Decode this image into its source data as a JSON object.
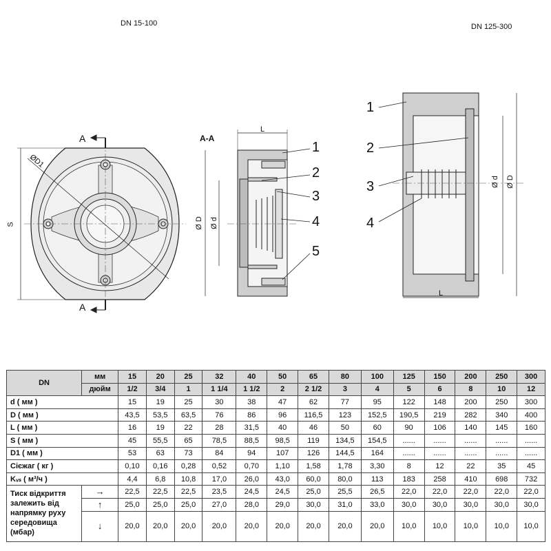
{
  "titles": {
    "left": "DN 15-100",
    "right": "DN 125-300",
    "section": "A-A"
  },
  "labels": {
    "A": "A",
    "D1": "ØD1",
    "S": "S",
    "L": "L",
    "OD": "Ø D",
    "Od": "Ø d",
    "n1": "1",
    "n2": "2",
    "n3": "3",
    "n4": "4",
    "n5": "5"
  },
  "table": {
    "dn_label": "DN",
    "mm_label": "мм",
    "inch_label": "дюйм",
    "mm": [
      "15",
      "20",
      "25",
      "32",
      "40",
      "50",
      "65",
      "80",
      "100",
      "125",
      "150",
      "200",
      "250",
      "300"
    ],
    "inch": [
      "1/2",
      "3/4",
      "1",
      "1 1/4",
      "1 1/2",
      "2",
      "2 1/2",
      "3",
      "4",
      "5",
      "6",
      "8",
      "10",
      "12"
    ],
    "rows": [
      {
        "label": "d ( мм )",
        "values": [
          "15",
          "19",
          "25",
          "30",
          "38",
          "47",
          "62",
          "77",
          "95",
          "122",
          "148",
          "200",
          "250",
          "300"
        ]
      },
      {
        "label": "D ( мм )",
        "values": [
          "43,5",
          "53,5",
          "63,5",
          "76",
          "86",
          "96",
          "116,5",
          "123",
          "152,5",
          "190,5",
          "219",
          "282",
          "340",
          "400"
        ]
      },
      {
        "label": "L ( мм )",
        "values": [
          "16",
          "19",
          "22",
          "28",
          "31,5",
          "40",
          "46",
          "50",
          "60",
          "90",
          "106",
          "140",
          "145",
          "160"
        ]
      },
      {
        "label": "S ( мм )",
        "values": [
          "45",
          "55,5",
          "65",
          "78,5",
          "88,5",
          "98,5",
          "119",
          "134,5",
          "154,5",
          "......",
          "......",
          "......",
          "......",
          "......"
        ]
      },
      {
        "label": "D1 ( мм )",
        "values": [
          "53",
          "63",
          "73",
          "84",
          "94",
          "107",
          "126",
          "144,5",
          "164",
          "......",
          "......",
          "......",
          "......",
          "......"
        ]
      },
      {
        "label": "Сієжаг ( кг )",
        "values": [
          "0,10",
          "0,16",
          "0,28",
          "0,52",
          "0,70",
          "1,10",
          "1,58",
          "1,78",
          "3,30",
          "8",
          "12",
          "22",
          "35",
          "45"
        ]
      },
      {
        "label": "Kᵥₛ ( м³/ч )",
        "values": [
          "4,4",
          "6,8",
          "10,8",
          "17,0",
          "26,0",
          "43,0",
          "60,0",
          "80,0",
          "113",
          "183",
          "258",
          "410",
          "698",
          "732"
        ]
      }
    ],
    "pressure_label": "Тиск відкриття залежить від напрямку руху середовища (мбар)",
    "pressure_rows": [
      {
        "arrow": "→",
        "values": [
          "22,5",
          "22,5",
          "22,5",
          "23,5",
          "24,5",
          "24,5",
          "25,0",
          "25,5",
          "26,5",
          "22,0",
          "22,0",
          "22,0",
          "22,0",
          "22,0"
        ]
      },
      {
        "arrow": "↑",
        "values": [
          "25,0",
          "25,0",
          "25,0",
          "27,0",
          "28,0",
          "29,0",
          "30,0",
          "31,0",
          "33,0",
          "30,0",
          "30,0",
          "30,0",
          "30,0",
          "30,0"
        ]
      },
      {
        "arrow": "↓",
        "values": [
          "20,0",
          "20,0",
          "20,0",
          "20,0",
          "20,0",
          "20,0",
          "20,0",
          "20,0",
          "20,0",
          "10,0",
          "10,0",
          "10,0",
          "10,0",
          "10,0"
        ]
      }
    ]
  }
}
